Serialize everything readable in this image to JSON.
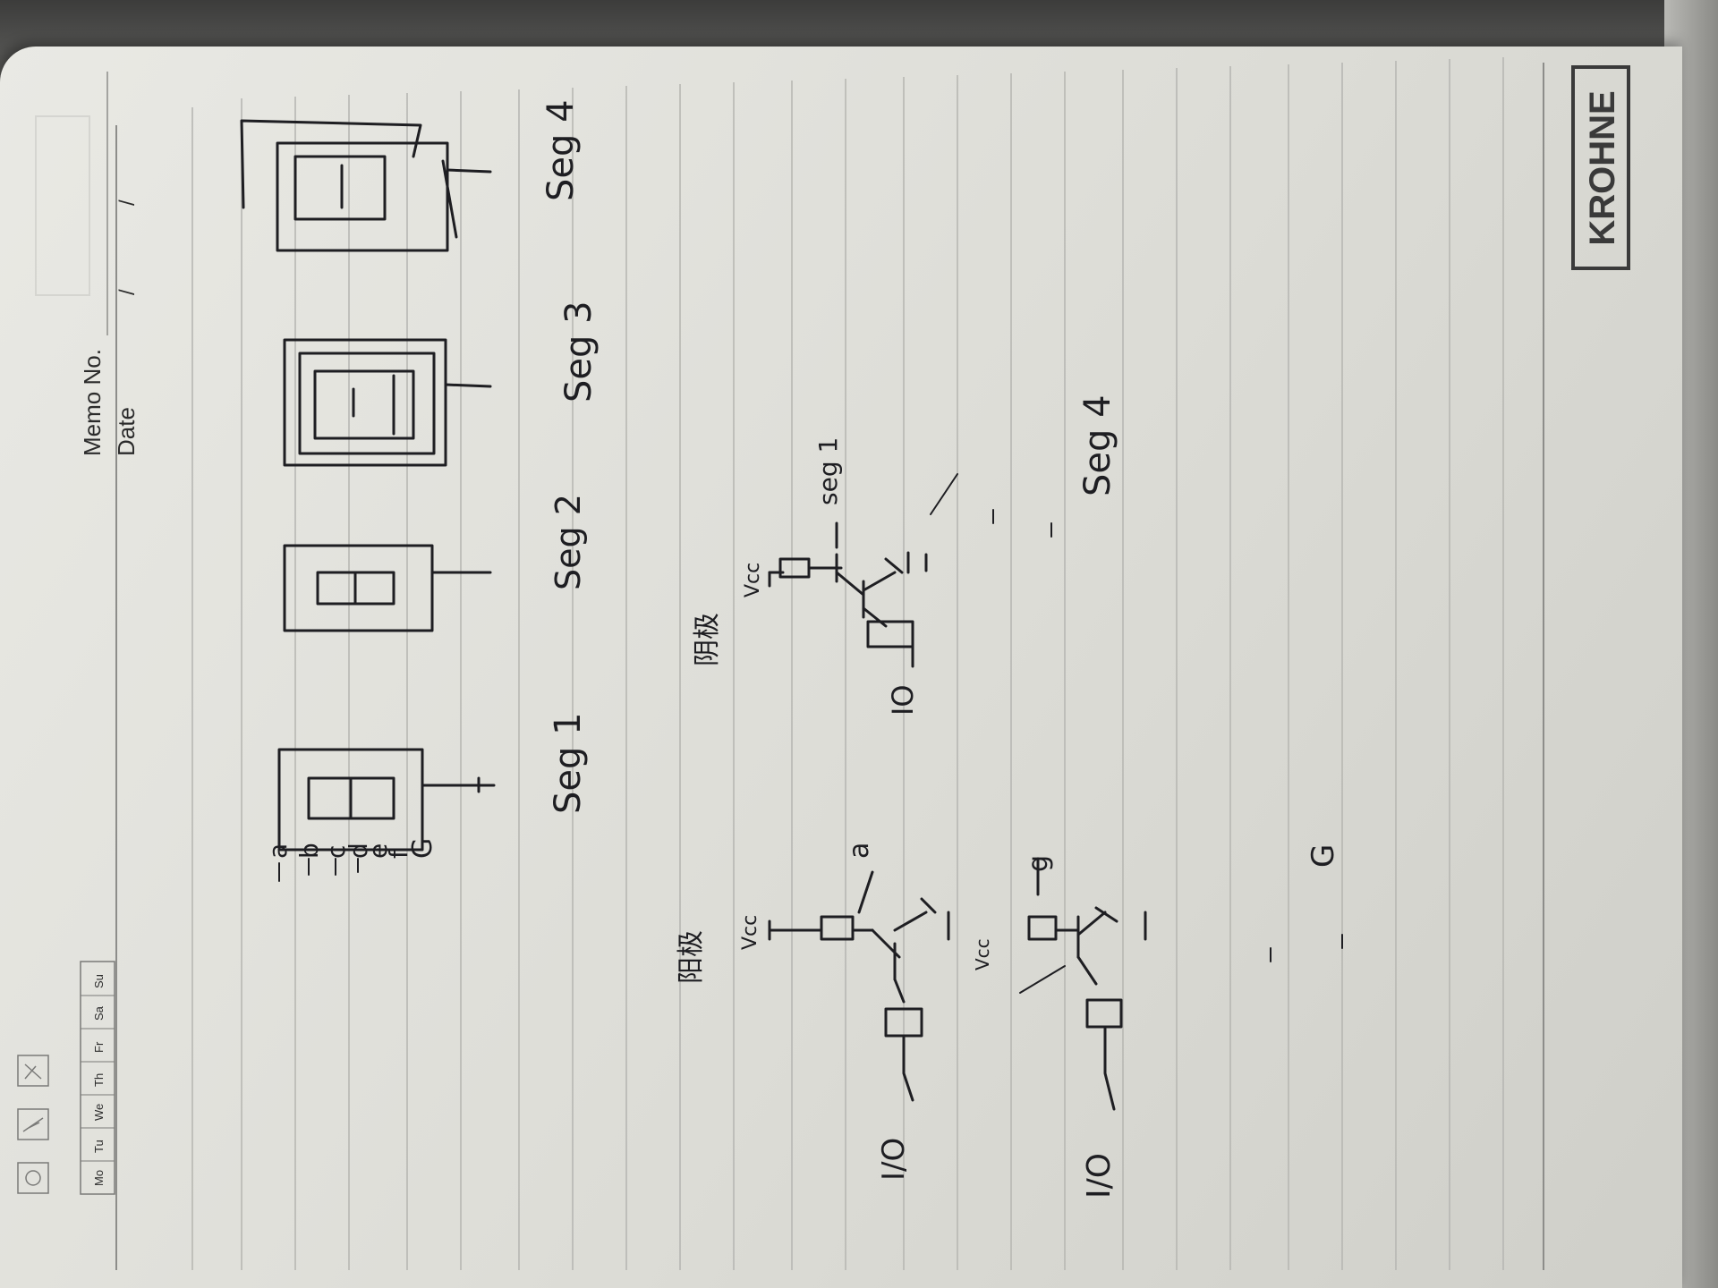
{
  "header": {
    "memo_no_label": "Memo No.",
    "date_label": "Date",
    "date_separator_1": "/",
    "date_separator_2": "/",
    "days": [
      "Mo",
      "Tu",
      "We",
      "Th",
      "Fr",
      "Sa",
      "Su"
    ]
  },
  "brand": {
    "logo_text": "KROHNE"
  },
  "sketch": {
    "pins": [
      "a",
      "b",
      "c",
      "d",
      "e",
      "f",
      "G"
    ],
    "segments": [
      "Seg 1",
      "Seg 2",
      "Seg 3",
      "Seg 4"
    ],
    "circuit_left": {
      "title": "阳极",
      "vcc": "Vcc",
      "pin_out": "a",
      "io": "I/O"
    },
    "circuit_middle": {
      "title": "阴极",
      "vcc": "Vcc",
      "seg_out": "seg 1",
      "io": "IO"
    },
    "circuit_bottom": {
      "pin_out": "g",
      "vcc": "Vcc",
      "io": "I/O",
      "seg_label": "Seg 4",
      "pin_g": "G"
    }
  },
  "colors": {
    "ink": "#1e1e22",
    "paper": "#e4e4df",
    "rule": "#b7b7b3"
  },
  "icons": [
    "sun-icon",
    "cloud-icon",
    "umbrella-icon"
  ]
}
